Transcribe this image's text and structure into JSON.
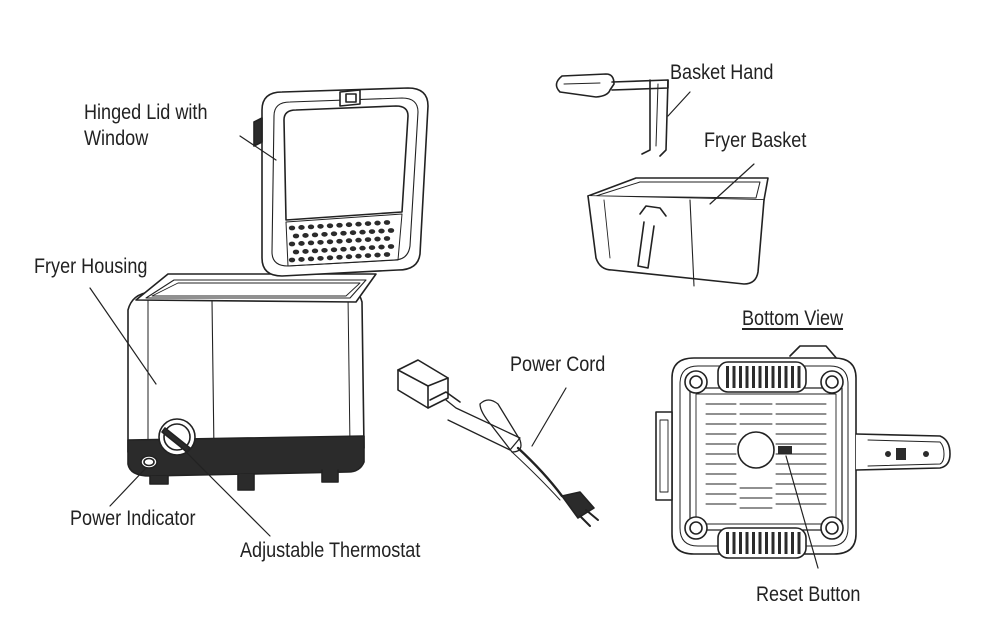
{
  "labels": {
    "hinged_lid": "Hinged Lid with",
    "hinged_lid_line2": "Window",
    "fryer_housing": "Fryer Housing",
    "power_indicator": "Power Indicator",
    "adjustable_thermostat": "Adjustable Thermostat",
    "basket_handle": "Basket Hand",
    "fryer_basket": "Fryer Basket",
    "power_cord": "Power Cord",
    "bottom_view": "Bottom View",
    "reset_button": "Reset Button"
  },
  "colors": {
    "line": "#222222",
    "background": "#ffffff"
  }
}
